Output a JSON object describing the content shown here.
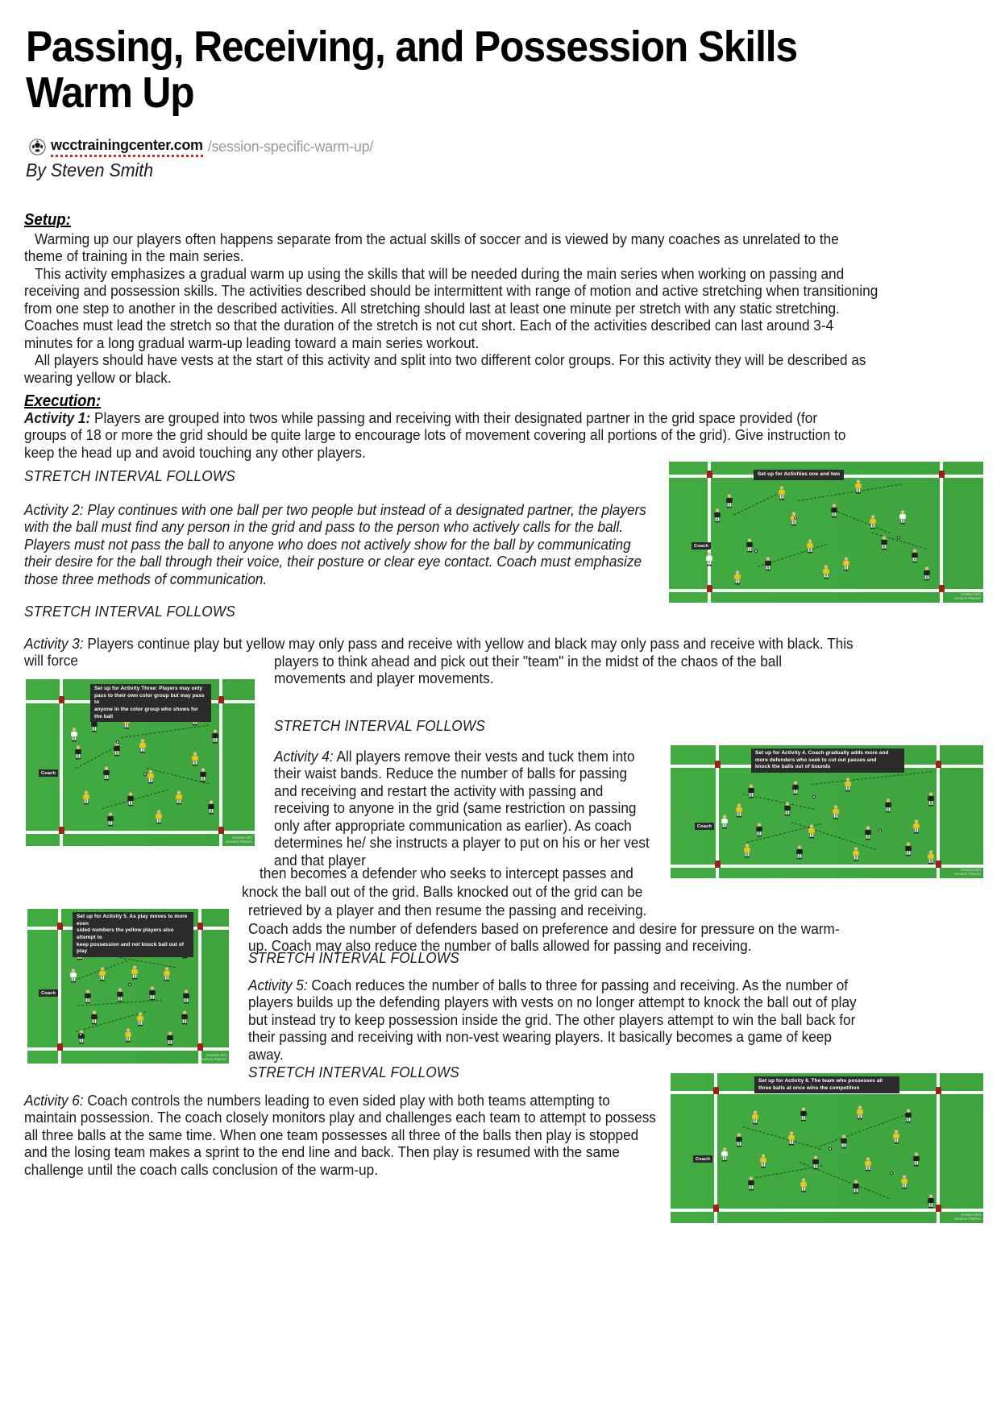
{
  "document": {
    "title": "Passing, Receiving, and Possession Skills Warm Up",
    "source_domain": "wcctrainingcenter.com",
    "source_path": "/session-specific-warm-up/",
    "byline": "By Steven Smith",
    "accent_color": "#d4252a",
    "field_color": "#41ab41",
    "banner_color": "#2b2b2b"
  },
  "setup": {
    "heading": "Setup:",
    "paragraphs": [
      "Warming up our players often happens separate from the actual skills of soccer and is viewed by many coaches as unrelated to the theme of training in the main series.",
      "This activity emphasizes a gradual warm up using the skills that will be needed during the main series when working on passing and receiving and possession skills. The activities described should be intermittent with range of motion and active stretching when transitioning from one step to another in the described activities. All stretching should last at least one minute per stretch with any static stretching. Coaches must lead the stretch so that the duration of the stretch is not cut short. Each of the activities described can last around 3-4 minutes for a long gradual warm-up leading toward a main series workout.",
      "All players should have vests at the start of this activity and split into two different color groups. For this activity they will be described as wearing yellow or black."
    ]
  },
  "execution": {
    "heading": "Execution:",
    "stretch_interval": "STRETCH INTERVAL FOLLOWS",
    "activities": [
      {
        "label": "Activity 1:",
        "text": "Players are grouped into twos while passing and receiving with their designated partner in the grid space provided (for groups of 18 or more the grid should be quite large to encourage lots of movement covering all portions of the grid). Give instruction to keep the head up and avoid touching any other players."
      },
      {
        "label": "Activity 2:",
        "text": "Play continues with one ball per two people but instead of a designated partner, the players with the ball must find any person in the grid and pass to the person who actively calls for the ball. Players must not pass the ball to anyone who does not actively show for the ball by communicating their desire for the ball through their voice, their posture or clear eye contact. Coach must emphasize those three methods of communication."
      },
      {
        "label": "Activity 3:",
        "text_part1": "Players continue play but yellow may only pass and receive with yellow and black may only pass and receive with black. This will force",
        "text_part2": "players to think ahead and pick out their \"team\" in the midst of the chaos of the ball movements and player movements."
      },
      {
        "label": "Activity 4:",
        "text_lines": [
          "All players remove their vests and tuck them into their",
          "waist bands. Reduce the number of balls for passing and",
          "receiving and restart the activity with passing and receiving to",
          "anyone in the grid (same restriction on passing only after",
          "appropriate communication as earlier). As coach determines he/",
          "she instructs a player to put on his or her vest and that player",
          "then becomes a defender who seeks to intercept passes and",
          "knock the ball out of the grid. Balls knocked out of the grid can be",
          "retrieved by a player and then resume the passing and receiving.",
          "Coach adds the number of defenders based on preference and desire",
          "for pressure on the warm-up. Coach may also reduce the number of balls allowed for passing and receiving."
        ]
      },
      {
        "label": "Activity 5:",
        "text": "Coach reduces the number of balls to three for passing and receiving. As the number of players builds up the defending players with vests on no longer attempt to knock the ball out of play but instead try to keep possession inside the grid. The other players attempt to win the ball back for their passing and receiving with non-vest wearing players. It basically becomes a game of keep away."
      },
      {
        "label": "Activity 6:",
        "text": "Coach controls the numbers leading to even sided play with both teams attempting to maintain possession. The coach closely monitors play and challenges each team to attempt to possess all three balls at the same time. When one team possesses all three of the balls then play is stopped and the losing team makes a sprint to the end line and back. Then play is resumed with the same challenge until the coach calls conclusion of the warm-up."
      }
    ]
  },
  "diagrams": [
    {
      "id": "diagram-activities-one-two",
      "caption": "Set up for Activities one and two",
      "coach_label": "Coach"
    },
    {
      "id": "diagram-activity-three",
      "caption": "Set up for Activity Three:  Players may only\npass to their own color group but may pass to\nanyone in the color group who shows for the ball",
      "coach_label": "Coach"
    },
    {
      "id": "diagram-activity-four",
      "caption": "Set up for Activity 4.  Coach gradually adds more and\nmore defenders who seek to cut out passes and\nknock the balls out of bounds",
      "coach_label": "Coach"
    },
    {
      "id": "diagram-activity-five",
      "caption": "Set up for Activity 5.  As play moves to more even\nsided numbers the yellow players also attempt to\nkeep possession and not knock ball out of play",
      "coach_label": "Coach"
    },
    {
      "id": "diagram-activity-six",
      "caption": "Set up for Activity 6.  The team who possesses all\nthree balls at once wins the competition",
      "coach_label": "Coach"
    }
  ]
}
